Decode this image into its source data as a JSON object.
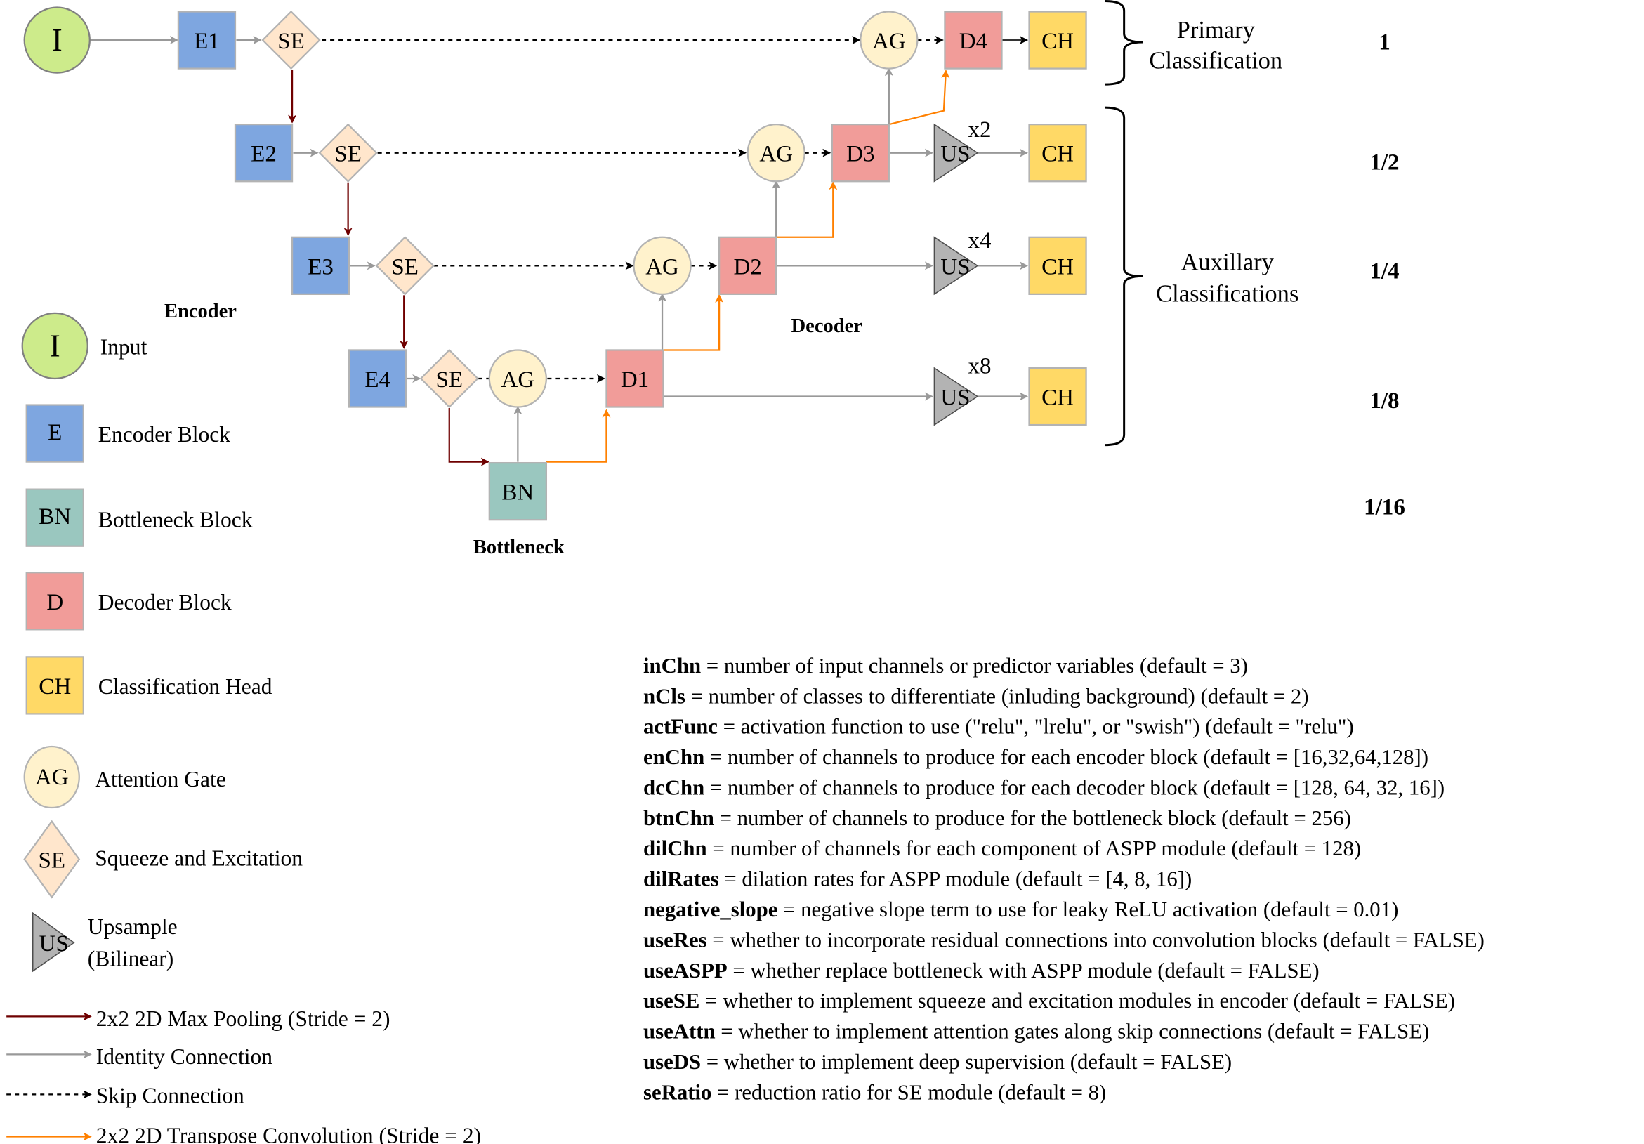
{
  "nodes": {
    "input": "I",
    "encoders": [
      "E1",
      "E2",
      "E3",
      "E4"
    ],
    "se": "SE",
    "ag": "AG",
    "bottleneck": "BN",
    "decoders": [
      "D1",
      "D2",
      "D3",
      "D4"
    ],
    "us": "US",
    "ch": "CH",
    "upsample_factors": [
      "x2",
      "x4",
      "x8"
    ]
  },
  "section_labels": {
    "encoder": "Encoder",
    "decoder": "Decoder",
    "bottleneck": "Bottleneck"
  },
  "classification": {
    "primary": [
      "Primary",
      "Classification"
    ],
    "auxiliary": [
      "Auxillary",
      "Classifications"
    ]
  },
  "scales": [
    "1",
    "1/2",
    "1/4",
    "1/8",
    "1/16"
  ],
  "legend": {
    "shapes": [
      {
        "symbol": "I",
        "label": "Input"
      },
      {
        "symbol": "E",
        "label": "Encoder Block"
      },
      {
        "symbol": "BN",
        "label": "Bottleneck Block"
      },
      {
        "symbol": "D",
        "label": "Decoder Block"
      },
      {
        "symbol": "CH",
        "label": "Classification Head"
      },
      {
        "symbol": "AG",
        "label": "Attention Gate"
      },
      {
        "symbol": "SE",
        "label": "Squeeze and Excitation"
      },
      {
        "symbol": "US",
        "label": "Upsample",
        "label2": "(Bilinear)"
      }
    ],
    "arrows": [
      {
        "label": "2x2 2D Max Pooling (Stride = 2)",
        "color": "#6f0000"
      },
      {
        "label": "Identity Connection",
        "color": "#999999"
      },
      {
        "label": "Skip Connection",
        "color": "#000000"
      },
      {
        "label": "2x2 2D Transpose Convolution (Stride = 2)",
        "color": "#ff8000"
      }
    ]
  },
  "colors": {
    "encoder": "#7ea6e0",
    "bottleneck": "#9ac7bf",
    "decoder": "#f19c99",
    "classification_head": "#ffd966",
    "attention_gate": "#fff2cc",
    "squeeze_excitation": "#ffe6cc",
    "input": "#cdeb8b",
    "upsample": "#b3b3b3"
  },
  "parameters": [
    {
      "name": "inChn",
      "desc": " =  number of input channels or predictor variables (default = 3)"
    },
    {
      "name": "nCls",
      "desc": " = number of classes to differentiate (inluding background) (default = 2)"
    },
    {
      "name": "actFunc",
      "desc": " = activation function to use (\"relu\", \"lrelu\", or \"swish\") (default = \"relu\")"
    },
    {
      "name": "enChn",
      "desc": " = number of channels to produce for each encoder block (default = [16,32,64,128])"
    },
    {
      "name": "dcChn",
      "desc": " = number of channels to produce for each decoder block (default = [128, 64, 32, 16])"
    },
    {
      "name": "btnChn",
      "desc": " = number of channels to produce for the bottleneck block (default = 256)"
    },
    {
      "name": "dilChn",
      "desc": " = number of channels for each component of ASPP module (default = 128)"
    },
    {
      "name": "dilRates",
      "desc": " = dilation rates for ASPP module (default = [4, 8, 16])"
    },
    {
      "name": "negative_slope",
      "desc": " = negative slope term to use for leaky ReLU activation (default = 0.01)"
    },
    {
      "name": "useRes",
      "desc": " = whether to incorporate residual connections into convolution blocks (default = FALSE)"
    },
    {
      "name": "useASPP",
      "desc": " = whether replace bottleneck with ASPP module (default = FALSE)"
    },
    {
      "name": "useSE",
      "desc": " = whether to implement squeeze and excitation modules in encoder (default = FALSE)"
    },
    {
      "name": "useAttn",
      "desc": " = whether to implement attention gates along skip connections (default = FALSE)"
    },
    {
      "name": "useDS",
      "desc": " = whether to implement deep supervision (default = FALSE)"
    },
    {
      "name": "seRatio",
      "desc": " = reduction ratio for SE module (default = 8)"
    }
  ]
}
